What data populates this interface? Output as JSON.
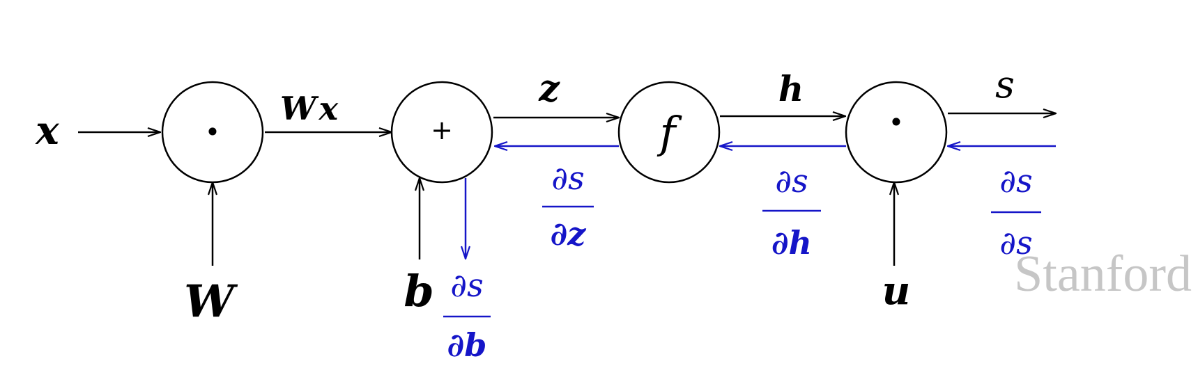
{
  "inputs": {
    "x": "x",
    "W": "W",
    "b": "b",
    "u": "u"
  },
  "nodes": {
    "multiply_1": "•",
    "add": "+",
    "f": "f",
    "multiply_2": "•"
  },
  "edges": {
    "Wx_W": "W",
    "Wx_x": "x",
    "z": "z",
    "h": "h",
    "s": "s"
  },
  "gradients": {
    "ds_dz": {
      "num": "∂s",
      "den": "∂z"
    },
    "ds_dh": {
      "num": "∂s",
      "den": "∂h"
    },
    "ds_ds": {
      "num": "∂s",
      "den": "∂s"
    },
    "ds_db": {
      "num": "∂s",
      "den": "∂b"
    }
  },
  "colors": {
    "forward": "#000000",
    "backward": "#1515c8",
    "watermark": "#c6c6c6"
  },
  "watermark": "Stanford"
}
